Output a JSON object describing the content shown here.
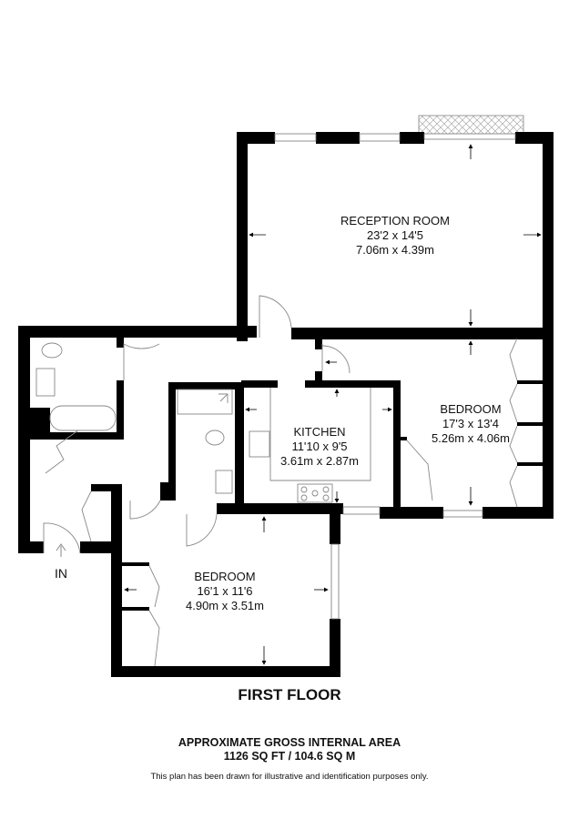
{
  "floor_title": "FIRST FLOOR",
  "area": {
    "heading": "APPROXIMATE GROSS INTERNAL AREA",
    "value": "1126 SQ FT / 104.6 SQ M"
  },
  "disclaimer": "This plan has been drawn for illustrative and identification purposes only.",
  "entrance_label": "IN",
  "rooms": [
    {
      "name": "RECEPTION ROOM",
      "imperial": "23'2 x 14'5",
      "metric": "7.06m x 4.39m"
    },
    {
      "name": "KITCHEN",
      "imperial": "11'10 x 9'5",
      "metric": "3.61m x 2.87m"
    },
    {
      "name": "BEDROOM",
      "imperial": "17'3 x 13'4",
      "metric": "5.26m x 4.06m"
    },
    {
      "name": "BEDROOM",
      "imperial": "16'1 x 11'6",
      "metric": "4.90m x 3.51m"
    }
  ],
  "colors": {
    "wall": "#000000",
    "fixture": "#8a8a8a",
    "background": "#ffffff"
  }
}
